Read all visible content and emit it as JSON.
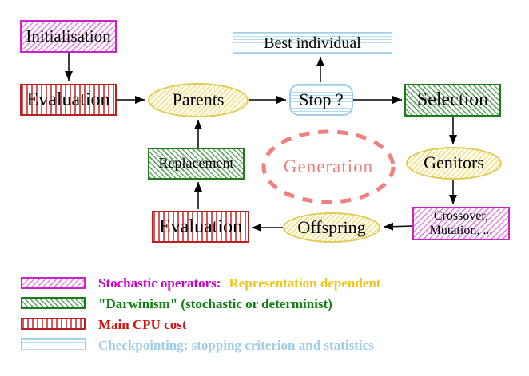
{
  "colors": {
    "magenta_border": "#cc22cc",
    "magenta_hatch": "#e387e3",
    "green_border": "#1a7c1a",
    "green_hatch": "#63a363",
    "red_border": "#bb2020",
    "red_stripe": "#d15b5b",
    "cyan_border": "#9fcfe8",
    "cyan_stripe": "#b5dcee",
    "yellow_border": "#e0cb55",
    "yellow_hatch": "#eee18f",
    "salmon_dashed": "#f08080",
    "legend_magenta_text": "#cc00cc",
    "legend_gold_text": "#eec71e",
    "legend_green_text": "#0f7d0f",
    "legend_red_text": "#cc1414",
    "legend_cyan_text": "#9fcde9"
  },
  "nodes": {
    "initialisation": "Initialisation",
    "evaluation_top": "Evaluation",
    "parents": "Parents",
    "stop": "Stop ?",
    "best_individual": "Best individual",
    "selection": "Selection",
    "genitors": "Genitors",
    "crossover_line1": "Crossover,",
    "crossover_line2": "Mutation, ...",
    "offspring": "Offspring",
    "evaluation_bottom": "Evaluation",
    "replacement": "Replacement",
    "generation": "Generation"
  },
  "legend": {
    "items": [
      {
        "label": "Stochastic operators:",
        "label2": "Representation dependent"
      },
      {
        "label": "\"Darwinism\" (stochastic or determinist)"
      },
      {
        "label": "Main CPU cost"
      },
      {
        "label": "Checkpointing: stopping criterion and statistics"
      }
    ]
  }
}
